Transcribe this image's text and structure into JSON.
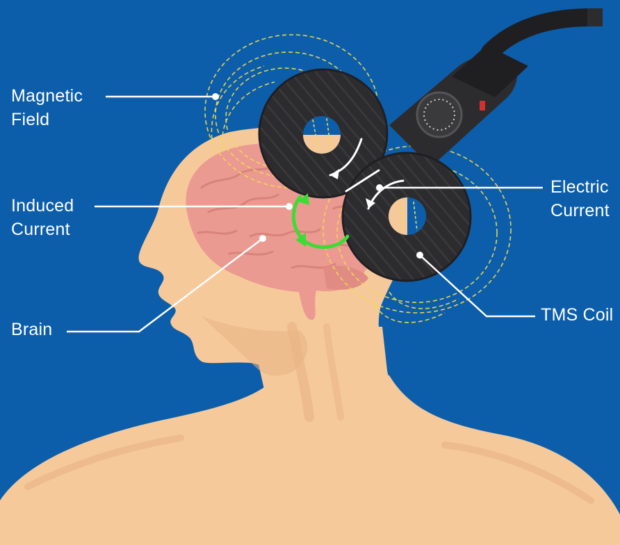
{
  "labels": {
    "magnetic_field": [
      "Magnetic",
      "Field"
    ],
    "induced_current": [
      "Induced",
      "Current"
    ],
    "brain": "Brain",
    "electric_current": [
      "Electric",
      "Current"
    ],
    "tms_coil": "TMS Coil"
  },
  "colors": {
    "background": "#0d5eaa",
    "skin": "#f6c99a",
    "skin_shadow": "#e7b283",
    "brain": "#eb9a92",
    "coil": "#2c2c2e",
    "field_lines": "#f2d94e",
    "induced_current": "#3ddc35",
    "leader_lines": "#ffffff"
  }
}
